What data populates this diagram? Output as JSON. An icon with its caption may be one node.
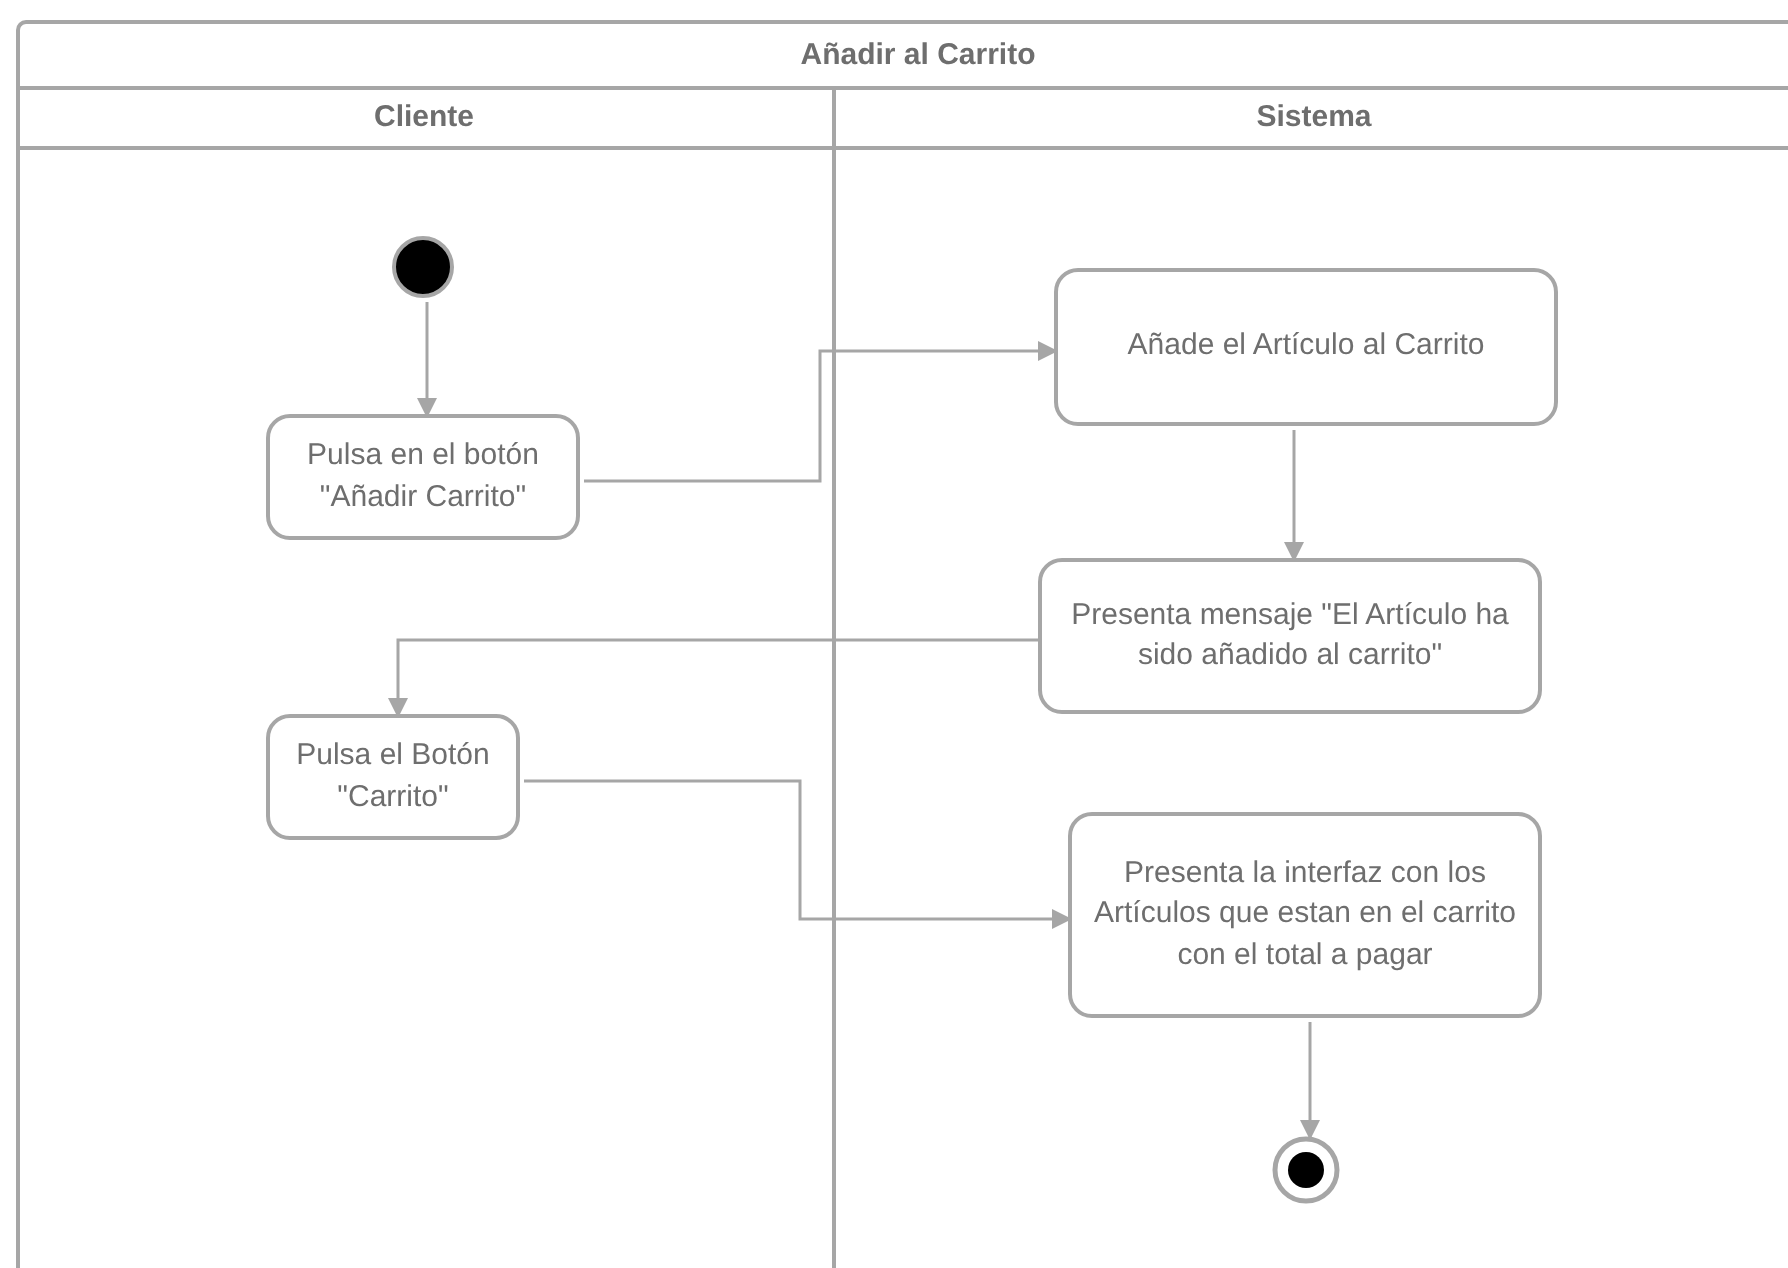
{
  "diagram": {
    "nodes": [
      {
        "text": [
          "Añadir al Carrito"
        ]
      },
      {
        "text": [
          "Cliente"
        ],
        "in": 0
      },
      {
        "text": [
          "Sistema"
        ],
        "in": 0
      },
      {
        "text": [],
        "shape": "circle",
        "in": 1
      },
      {
        "text": [
          "Pulsa en el botón \"Añadir Carrito\""
        ],
        "in": 1
      },
      {
        "text": [
          "Pulsa el Botón \"Carrito\""
        ],
        "in": 1
      },
      {
        "text": [
          "Añade el Artículo al Carrito"
        ],
        "in": 2
      },
      {
        "text": [
          "Presenta mensaje \"El Artículo ha sido añadido al carrito\""
        ],
        "in": 2
      },
      {
        "text": [
          "Presenta la interfaz con los Artículos que estan en el carrito con el total a pagar"
        ],
        "in": 2
      },
      {
        "text": [],
        "shape": "bullseye",
        "in": 2
      }
    ],
    "edges": [
      {
        "from": 3,
        "to": 4,
        "arrow": "to"
      },
      {
        "from": 4,
        "to": 6,
        "arrow": "to"
      },
      {
        "from": 6,
        "to": 7,
        "arrow": "to"
      },
      {
        "from": 7,
        "to": 5,
        "arrow": "to"
      },
      {
        "from": 5,
        "to": 8,
        "arrow": "to"
      },
      {
        "from": 8,
        "to": 9,
        "arrow": "to"
      }
    ]
  }
}
